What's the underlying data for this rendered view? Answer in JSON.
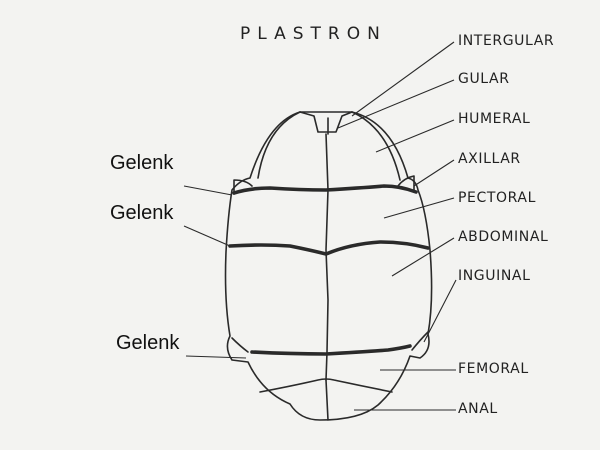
{
  "title": "PLASTRON",
  "labels": {
    "intergular": "INTERGULAR",
    "gular": "GULAR",
    "humeral": "HUMERAL",
    "axillar": "AXILLAR",
    "pectoral": "PECTORAL",
    "abdominal": "ABDOMINAL",
    "inguinal": "INGUINAL",
    "femoral": "FEMORAL",
    "anal": "ANAL"
  },
  "hinges": [
    "Gelenk",
    "Gelenk",
    "Gelenk"
  ],
  "colors": {
    "background": "#f3f3f1",
    "line": "#2a2a2a",
    "text": "#222222"
  }
}
